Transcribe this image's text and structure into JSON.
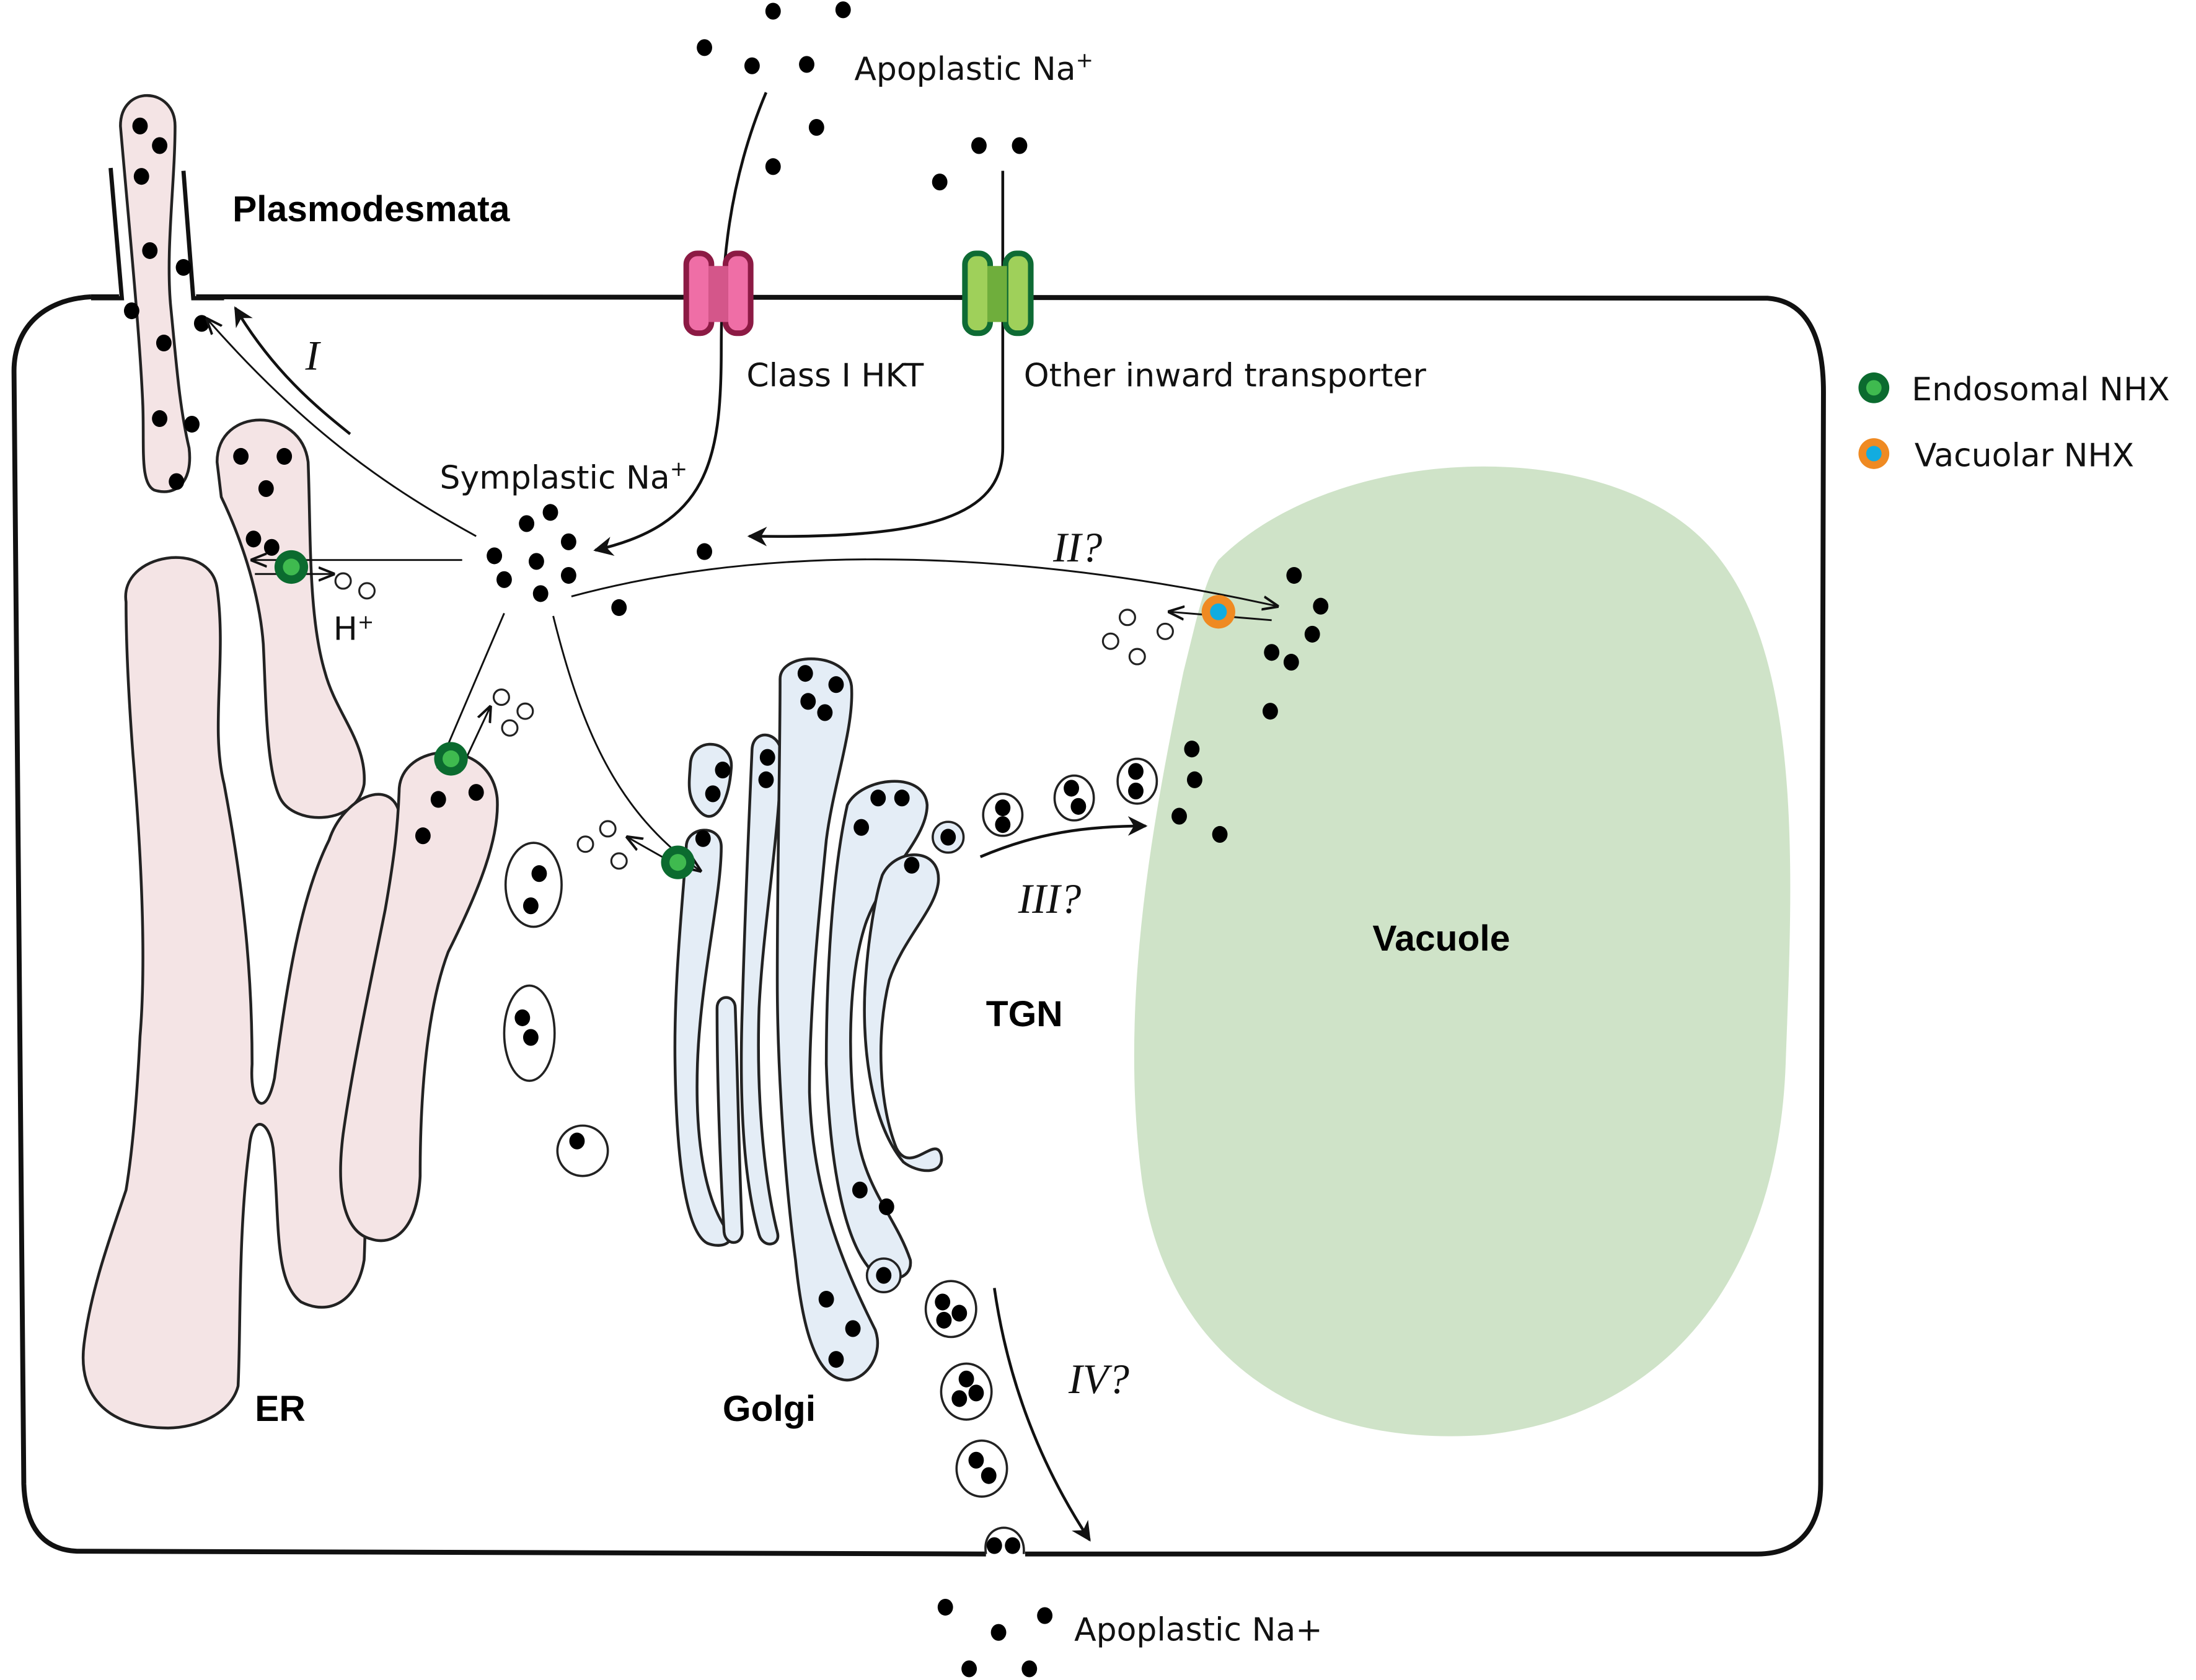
{
  "labels": {
    "apoplastic_top": "Apoplastic Na",
    "apoplastic_top_sup": "+",
    "plasmodesmata": "Plasmodesmata",
    "class_i_hkt": "Class I HKT",
    "other_inward": "Other inward transporter",
    "symplastic": "Symplastic Na",
    "symplastic_sup": "+",
    "h_plus": "H",
    "h_plus_sup": "+",
    "vacuole": "Vacuole",
    "tgn": "TGN",
    "er": "ER",
    "golgi": "Golgi",
    "apoplastic_bottom": "Apoplastic Na+"
  },
  "pathways": {
    "p1": "I",
    "p2": "II?",
    "p3": "III?",
    "p4": "IV?"
  },
  "legend": {
    "items": [
      {
        "label": "Endosomal NHX",
        "ring": "#0b6b2f",
        "core": "#3fba4f"
      },
      {
        "label": "Vacuolar NHX",
        "ring": "#ef8a22",
        "core": "#12ace0"
      }
    ]
  },
  "colors": {
    "er_fill": "#f4e4e5",
    "golgi_fill": "#e4edf6",
    "vacuole_fill": "#cfe3c8",
    "hkt_outer": "#8c1a44",
    "hkt_inner": "#ef6ea6",
    "other_outer": "#0e6b34",
    "other_inner": "#9fd05a"
  }
}
